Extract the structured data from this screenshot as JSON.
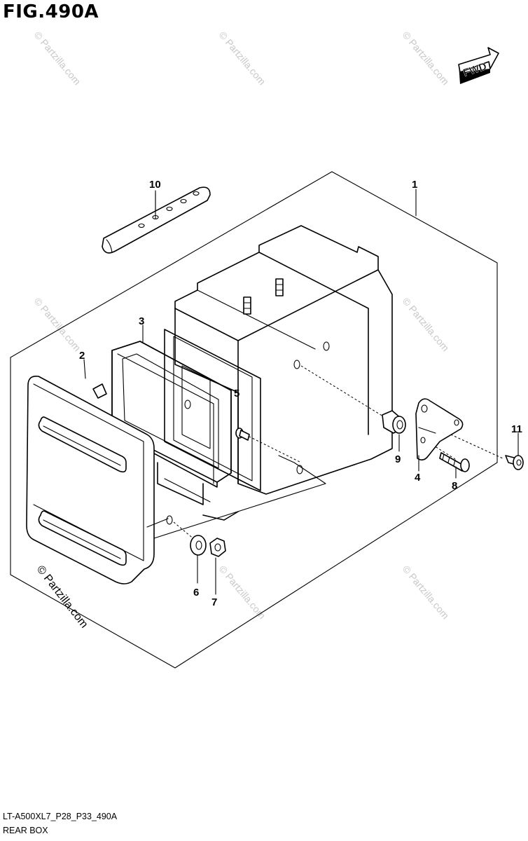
{
  "figure": {
    "title": "FIG.490A"
  },
  "fwd_label": "FWD",
  "footer": {
    "code": "LT-A500XL7_P28_P33_490A",
    "name": "REAR BOX"
  },
  "callouts": [
    "1",
    "2",
    "3",
    "4",
    "5",
    "6",
    "7",
    "8",
    "9",
    "10",
    "11"
  ],
  "watermark": "© Partzilla.com"
}
